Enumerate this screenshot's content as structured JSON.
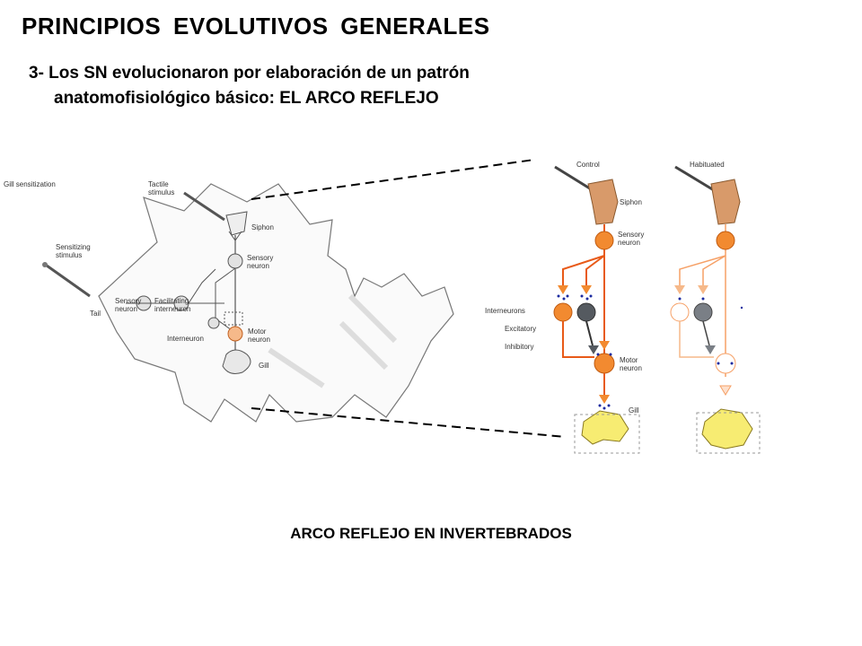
{
  "slide": {
    "title": "PRINCIPIOS EVOLUTIVOS GENERALES",
    "subtitle_line1": "3- Los SN evolucionaron por elaboración de un patrón",
    "subtitle_line2": "anatomofisiológico básico: EL ARCO REFLEJO",
    "caption": "ARCO REFLEJO EN INVERTEBRADOS"
  },
  "left_diagram": {
    "gill_sensitization": "Gill sensitization",
    "tactile_stimulus_1": "Tactile",
    "tactile_stimulus_2": "stimulus",
    "siphon": "Siphon",
    "sensitizing_1": "Sensitizing",
    "sensitizing_2": "stimulus",
    "sensory_neuron_1": "Sensory",
    "sensory_neuron_2": "neuron",
    "sensory_neuron_b1": "Sensory",
    "sensory_neuron_b2": "neuron",
    "facilitating_1": "Facilitating",
    "facilitating_2": "interneuron",
    "tail": "Tail",
    "motor_1": "Motor",
    "motor_2": "neuron",
    "interneuron": "Interneuron",
    "gill": "Gill"
  },
  "right_diagram": {
    "control": "Control",
    "habituated": "Habituated",
    "siphon": "Siphon",
    "sensory_1": "Sensory",
    "sensory_2": "neuron",
    "interneurons": "Interneurons",
    "excitatory": "Excitatory",
    "inhibitory": "Inhibitory",
    "motor_1": "Motor",
    "motor_2": "neuron",
    "gill": "Gill"
  },
  "colors": {
    "orange": "#f28a30",
    "orange_light": "#f6b98a",
    "gill_yellow": "#f7ec72",
    "siphon_tan": "#d89a6a",
    "dark_gray": "#555a60",
    "dots_blue": "#1a2aa0"
  }
}
